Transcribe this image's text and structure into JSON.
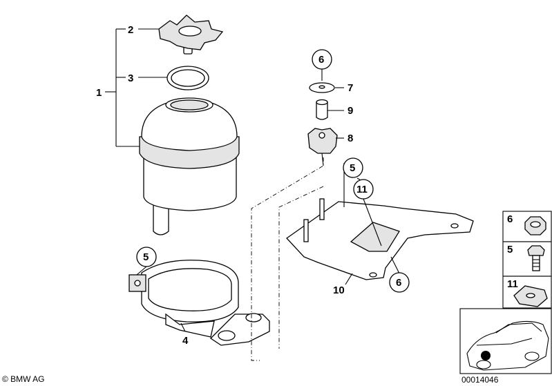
{
  "callouts": {
    "c1": "1",
    "c2": "2",
    "c3": "3",
    "c4": "4",
    "c5_clamp": "5",
    "c5_bracket": "5",
    "c6_top": "6",
    "c6_bracket": "6",
    "c7": "7",
    "c8": "8",
    "c9": "9",
    "c10": "10",
    "c11": "11"
  },
  "legend": {
    "box6": "6",
    "box5": "5",
    "box11": "11"
  },
  "footer": {
    "copyright": "© BMW AG",
    "diagram_number": "00014046"
  },
  "icons": [
    "reservoir-icon",
    "cap-icon",
    "o-ring-icon",
    "washer-icon",
    "sleeve-icon",
    "rubber-mount-icon",
    "bracket-icon",
    "clamp-icon",
    "nut-icon",
    "bolt-icon",
    "clip-nut-icon",
    "car-thumbnail-icon"
  ]
}
